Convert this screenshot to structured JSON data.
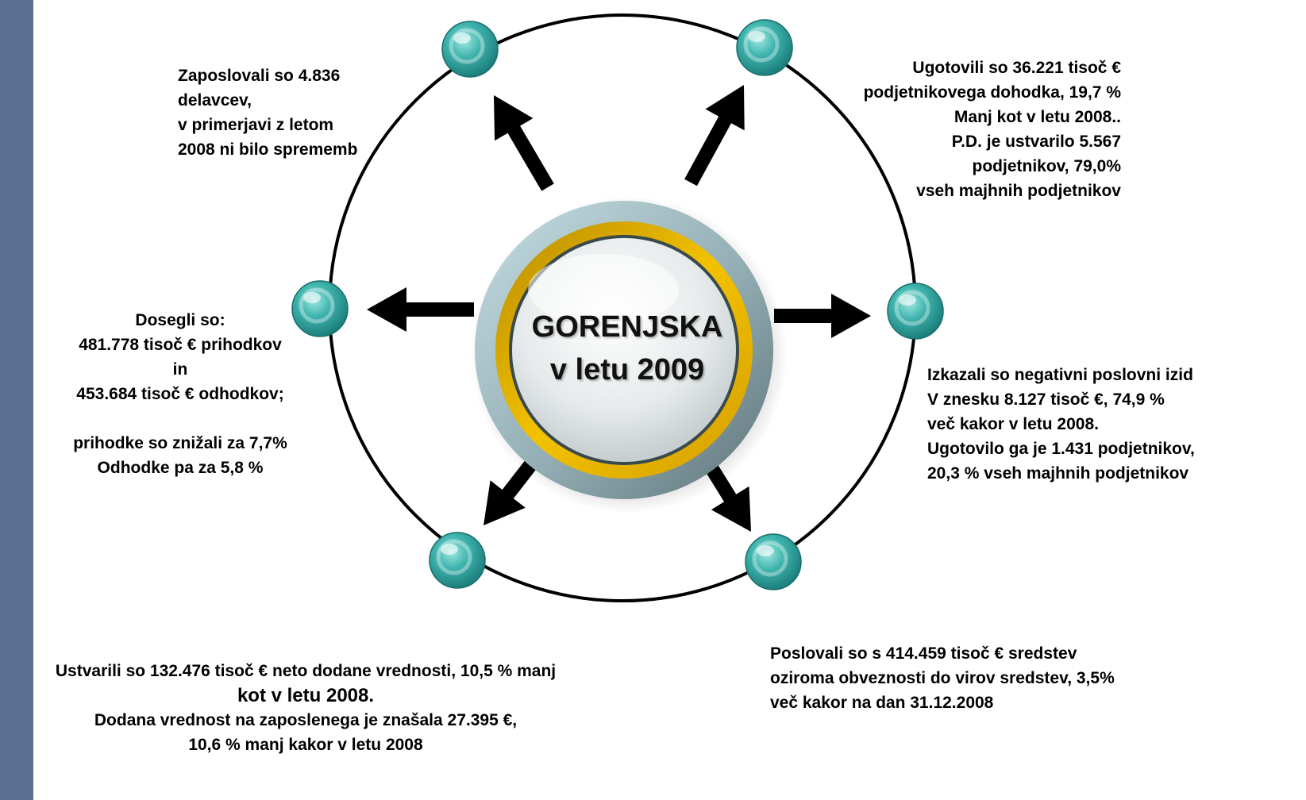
{
  "colors": {
    "side_bar": "#5a6e91",
    "ring": "#000000",
    "arrow": "#000000",
    "node": "#2a9e9a",
    "hub_gold": "#e2b000",
    "hub_steel": "#7f969c"
  },
  "hub": {
    "lines": [
      "GORENJSKA",
      "v letu 2009"
    ]
  },
  "nodes": [
    "node-top-left",
    "node-top-right",
    "node-left",
    "node-right",
    "node-bottom-left",
    "node-bottom-right"
  ],
  "blocks": {
    "top_left": [
      "Zaposlovali so 4.836",
      "delavcev,",
      "v primerjavi z letom",
      "2008 ni bilo sprememb"
    ],
    "top_right": [
      "Ugotovili so 36.221 tisoč €",
      "podjetnikovega dohodka, 19,7 %",
      "Manj kot v letu 2008..",
      "P.D. je ustvarilo 5.567",
      "podjetnikov, 79,0%",
      "vseh majhnih podjetnikov"
    ],
    "left": [
      "Dosegli so:",
      "481.778 tisoč € prihodkov",
      "in",
      "453.684 tisoč € odhodkov;",
      "",
      "prihodke so znižali za 7,7%",
      "Odhodke pa za 5,8 %"
    ],
    "right": [
      "Izkazali so negativni poslovni izid",
      "V znesku 8.127 tisoč €, 74,9 %",
      "več kakor v letu 2008.",
      "Ugotovilo ga je 1.431 podjetnikov,",
      "20,3 % vseh majhnih podjetnikov"
    ],
    "bottom_left": [
      "Ustvarili so 132.476 tisoč € neto dodane vrednosti, 10,5 % manj",
      "kot v letu 2008.",
      "Dodana vrednost na zaposlenega je znašala 27.395 €,",
      "10,6 % manj kakor v letu 2008"
    ],
    "bottom_right": [
      "Poslovali so s 414.459 tisoč € sredstev",
      "oziroma obveznosti do virov sredstev, 3,5%",
      "več kakor na dan 31.12.2008"
    ]
  }
}
